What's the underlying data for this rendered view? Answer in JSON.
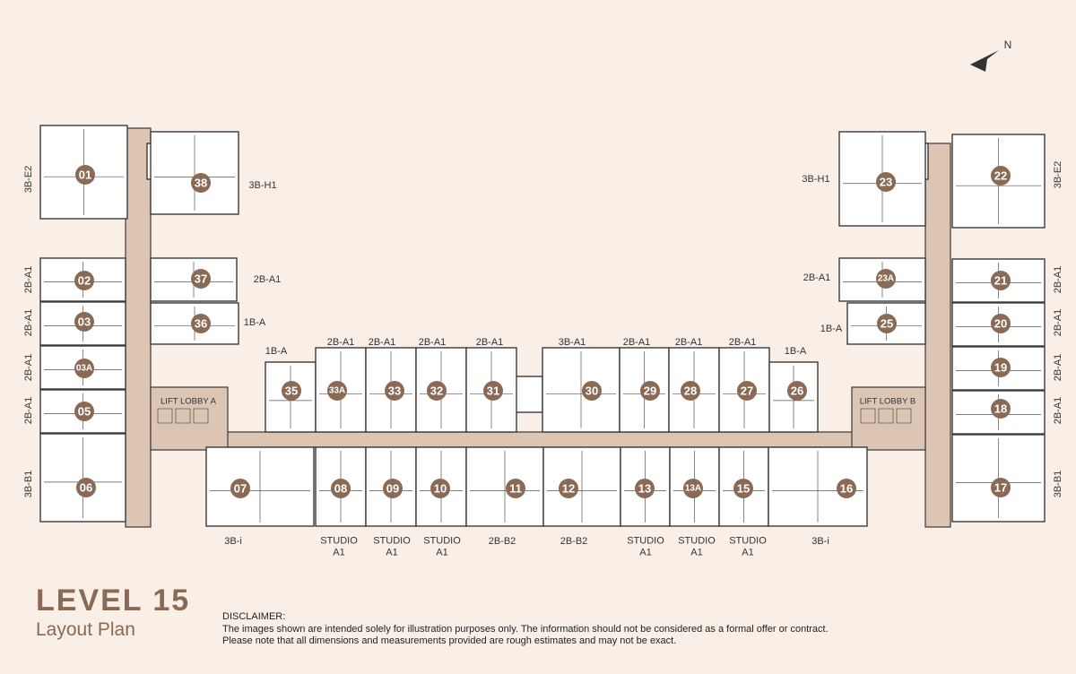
{
  "compass": {
    "label": "N"
  },
  "title": {
    "level": "LEVEL 15",
    "subtitle": "Layout Plan"
  },
  "disclaimer": {
    "heading": "DISCLAIMER:",
    "line1": "The images shown are intended solely for illustration purposes only. The information should not be considered as a formal offer or contract.",
    "line2": "Please note that all dimensions and measurements provided are rough estimates and may not be exact."
  },
  "lobbies": [
    "LIFT LOBBY A",
    "LIFT LOBBY B"
  ],
  "units": {
    "left_wing": [
      {
        "unit": "01",
        "type": "3B-E2"
      },
      {
        "unit": "38",
        "type": "3B-H1"
      },
      {
        "unit": "02",
        "type": "2B-A1"
      },
      {
        "unit": "37",
        "type": "2B-A1"
      },
      {
        "unit": "03",
        "type": "2B-A1"
      },
      {
        "unit": "36",
        "type": "1B-A"
      },
      {
        "unit": "03A",
        "type": "2B-A1"
      },
      {
        "unit": "05",
        "type": "2B-A1"
      },
      {
        "unit": "06",
        "type": "3B-B1"
      }
    ],
    "top_row": [
      {
        "unit": "35",
        "type": "1B-A"
      },
      {
        "unit": "33A",
        "type": "2B-A1"
      },
      {
        "unit": "33",
        "type": "2B-A1"
      },
      {
        "unit": "32",
        "type": "2B-A1"
      },
      {
        "unit": "31",
        "type": "2B-A1"
      },
      {
        "unit": "30",
        "type": "3B-A1"
      },
      {
        "unit": "29",
        "type": "2B-A1"
      },
      {
        "unit": "28",
        "type": "2B-A1"
      },
      {
        "unit": "27",
        "type": "2B-A1"
      },
      {
        "unit": "26",
        "type": "1B-A"
      }
    ],
    "bottom_row": [
      {
        "unit": "07",
        "type": "3B-i"
      },
      {
        "unit": "08",
        "type": "STUDIO A1"
      },
      {
        "unit": "09",
        "type": "STUDIO A1"
      },
      {
        "unit": "10",
        "type": "STUDIO A1"
      },
      {
        "unit": "11",
        "type": "2B-B2"
      },
      {
        "unit": "12",
        "type": "2B-B2"
      },
      {
        "unit": "13",
        "type": "STUDIO A1"
      },
      {
        "unit": "13A",
        "type": "STUDIO A1"
      },
      {
        "unit": "15",
        "type": "STUDIO A1"
      },
      {
        "unit": "16",
        "type": "3B-i"
      }
    ],
    "right_wing": [
      {
        "unit": "23",
        "type": "3B-H1"
      },
      {
        "unit": "22",
        "type": "3B-E2"
      },
      {
        "unit": "23A",
        "type": "2B-A1"
      },
      {
        "unit": "21",
        "type": "2B-A1"
      },
      {
        "unit": "25",
        "type": "1B-A"
      },
      {
        "unit": "20",
        "type": "2B-A1"
      },
      {
        "unit": "19",
        "type": "2B-A1"
      },
      {
        "unit": "18",
        "type": "2B-A1"
      },
      {
        "unit": "17",
        "type": "3B-B1"
      }
    ]
  }
}
